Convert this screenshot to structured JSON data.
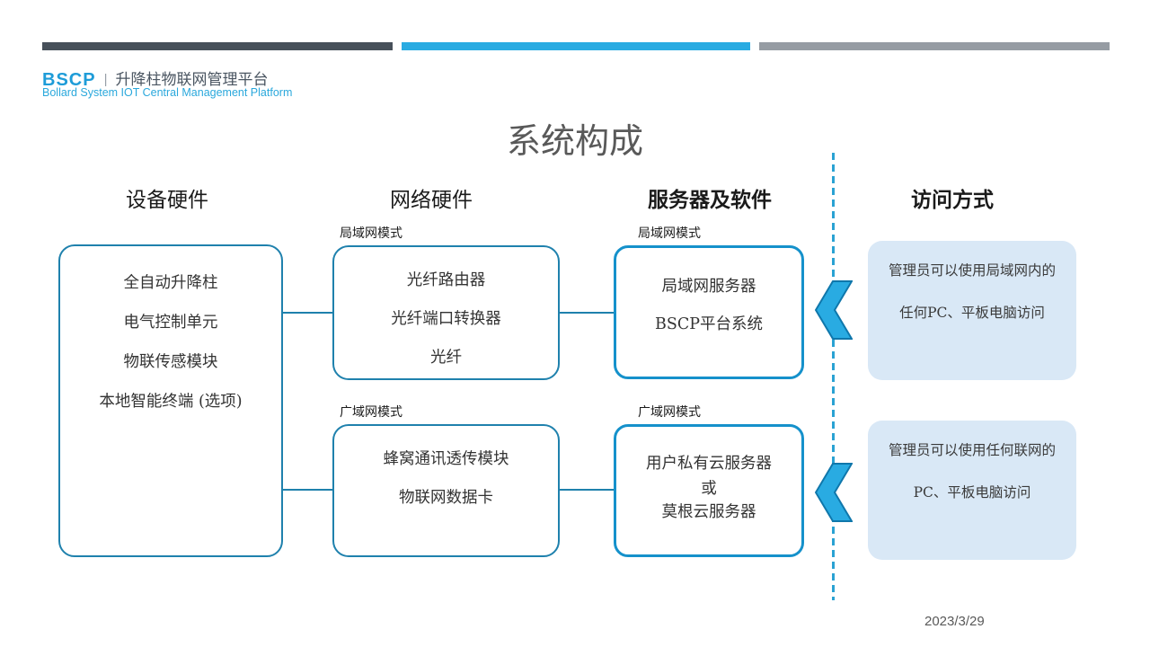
{
  "header": {
    "logo_text": "BSCP",
    "logo_separator": "|",
    "logo_title_cn": "升降柱物联网管理平台",
    "logo_subtitle_en": "Bollard System IOT Central Management Platform"
  },
  "title": "系统构成",
  "columns": [
    {
      "label": "设备硬件"
    },
    {
      "label": "网络硬件"
    },
    {
      "label": "服务器及软件"
    },
    {
      "label": "访问方式"
    }
  ],
  "device_box": {
    "lines": [
      "全自动升降柱",
      "电气控制单元",
      "物联传感模块",
      "本地智能终端 (选项)"
    ]
  },
  "network_lan_box": {
    "tag": "局域网模式",
    "lines": [
      "光纤路由器",
      "光纤端口转换器",
      "光纤"
    ]
  },
  "network_wan_box": {
    "tag": "广域网模式",
    "lines": [
      "蜂窝通讯透传模块",
      "物联网数据卡"
    ]
  },
  "server_lan_box": {
    "tag": "局域网模式",
    "lines": [
      "局域网服务器",
      "BSCP平台系统"
    ]
  },
  "server_wan_box": {
    "tag": "广域网模式",
    "lines": [
      "用户私有云服务器",
      "或",
      "莫根云服务器"
    ]
  },
  "access_lan_box": {
    "lines": [
      "管理员可以使用局域网内的",
      "任何PC、平板电脑访问"
    ]
  },
  "access_wan_box": {
    "lines": [
      "管理员可以使用任何联网的",
      "PC、平板电脑访问"
    ]
  },
  "footer": {
    "date": "2023/3/29"
  },
  "colors": {
    "accent_cyan": "#29abe2",
    "box_border_teal": "#1f81ad",
    "box_border_blue": "#1591cb",
    "light_box_fill": "#d9e8f6",
    "bar_dark": "#47505a",
    "bar_gray": "#969ca3",
    "title_gray": "#595959"
  }
}
